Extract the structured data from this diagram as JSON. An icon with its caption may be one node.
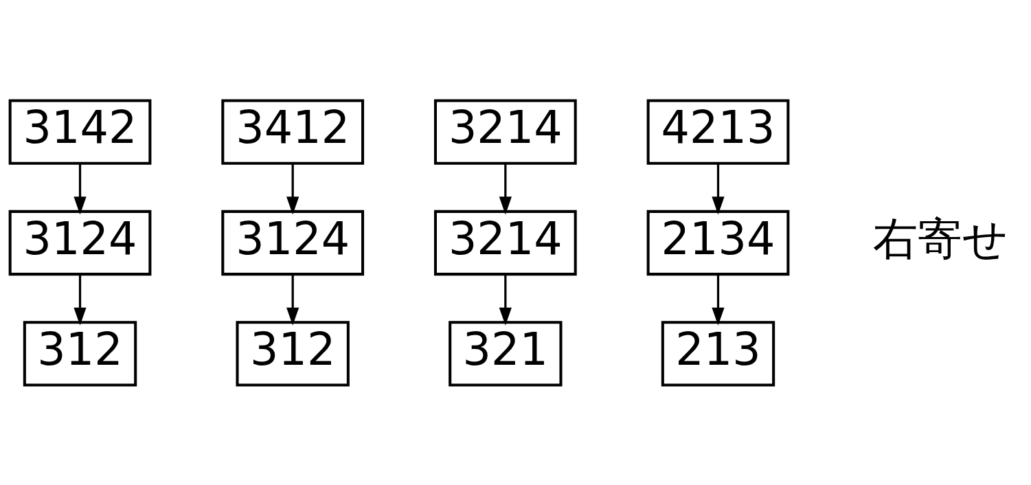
{
  "diagram": {
    "nodes": [
      {
        "text": [
          "3142"
        ]
      },
      {
        "text": [
          "3412"
        ]
      },
      {
        "text": [
          "3214"
        ]
      },
      {
        "text": [
          "4213"
        ]
      },
      {
        "text": [
          "3124"
        ]
      },
      {
        "text": [
          "3124"
        ]
      },
      {
        "text": [
          "3214"
        ]
      },
      {
        "text": [
          "2134"
        ]
      },
      {
        "text": [
          "312"
        ]
      },
      {
        "text": [
          "312"
        ]
      },
      {
        "text": [
          "321"
        ]
      },
      {
        "text": [
          "213"
        ]
      }
    ],
    "edges": [
      {
        "from": 0,
        "to": 4,
        "arrow": "to"
      },
      {
        "from": 4,
        "to": 8,
        "arrow": "to"
      },
      {
        "from": 1,
        "to": 5,
        "arrow": "to"
      },
      {
        "from": 5,
        "to": 9,
        "arrow": "to"
      },
      {
        "from": 2,
        "to": 6,
        "arrow": "to"
      },
      {
        "from": 6,
        "to": 10,
        "arrow": "to"
      },
      {
        "from": 3,
        "to": 7,
        "arrow": "to"
      },
      {
        "from": 7,
        "to": 11,
        "arrow": "to"
      }
    ],
    "labels": [
      "右寄せ"
    ]
  }
}
